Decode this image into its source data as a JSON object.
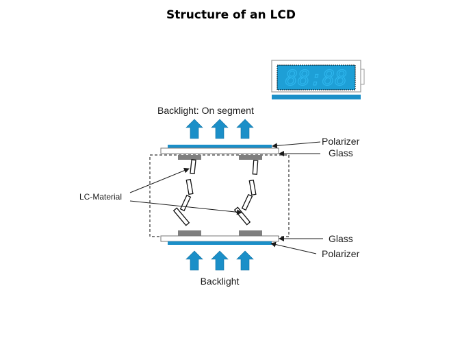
{
  "title": "Structure of an LCD",
  "display": {
    "readout": "88:88"
  },
  "labels": {
    "backlight_on": "Backlight:  On segment",
    "polarizer_top": "Polarizer",
    "glass_top": "Glass",
    "lc_material": "LC-Material",
    "glass_bottom": "Glass",
    "polarizer_bottom": "Polarizer",
    "backlight_bottom": "Backlight"
  },
  "colors": {
    "polarizer": "#1b8fc8",
    "arrow": "#1b8fc8",
    "electrode": "#7f7f7f",
    "display_bg": "#1e9fd6",
    "segment": "#4cc8f5"
  }
}
